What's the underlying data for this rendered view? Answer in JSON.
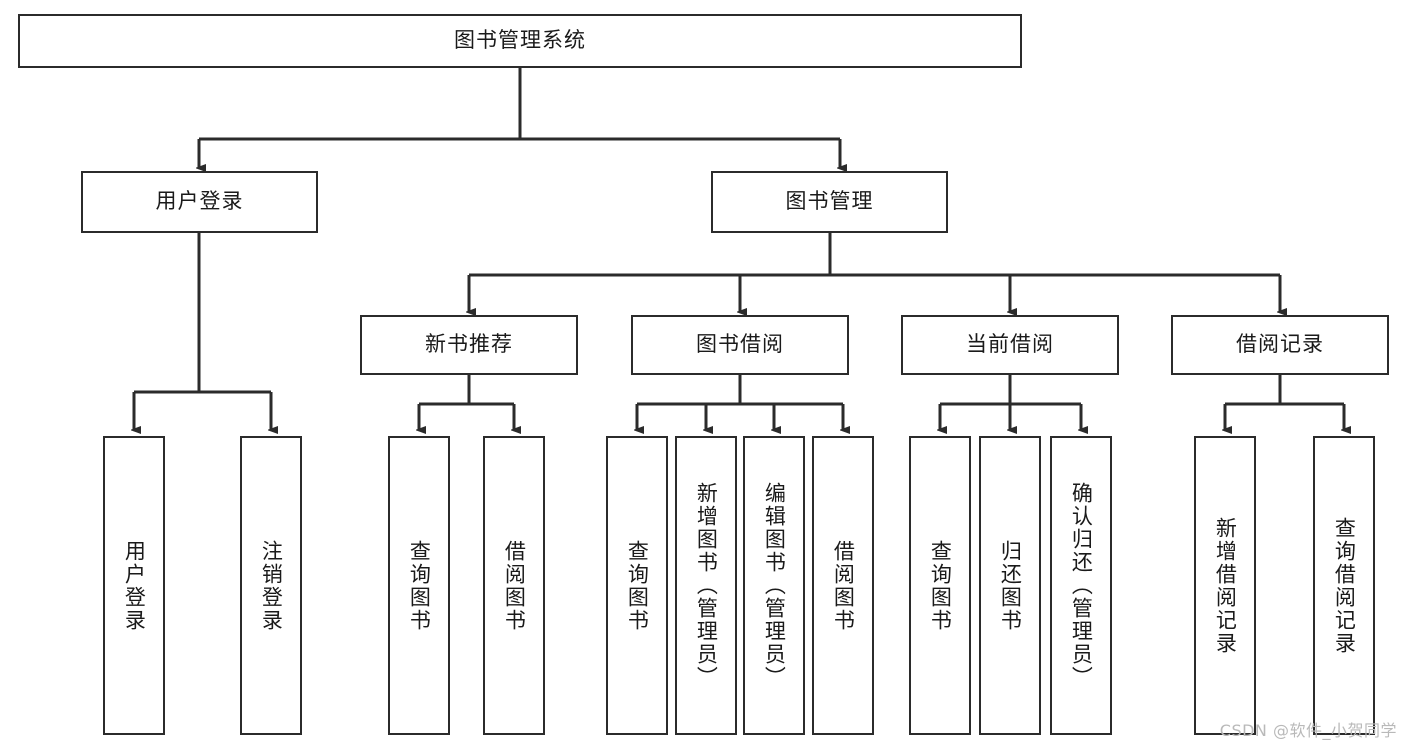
{
  "diagram": {
    "title": "图书管理系统",
    "type": "hierarchy-tree",
    "levels": 4,
    "edge_color": "#2b2b2b",
    "box_border_color": "#2b2b2b",
    "box_fill_color": "#ffffff",
    "text_color": "#1a1a1a",
    "watermark_color": "#b9b9b9"
  },
  "watermark": {
    "text": "CSDN @软件_小贺同学"
  },
  "nodes": {
    "root": {
      "label": "图书管理系统",
      "orientation": "horizontal"
    },
    "level2": [
      {
        "id": "user-login",
        "label": "用户登录",
        "orientation": "horizontal"
      },
      {
        "id": "book-manage",
        "label": "图书管理",
        "orientation": "horizontal"
      }
    ],
    "level3": [
      {
        "id": "new-book-recommend",
        "label": "新书推荐",
        "orientation": "horizontal",
        "parent": "book-manage"
      },
      {
        "id": "book-borrow",
        "label": "图书借阅",
        "orientation": "horizontal",
        "parent": "book-manage"
      },
      {
        "id": "current-borrow",
        "label": "当前借阅",
        "orientation": "horizontal",
        "parent": "book-manage"
      },
      {
        "id": "borrow-record",
        "label": "借阅记录",
        "orientation": "horizontal",
        "parent": "book-manage"
      }
    ],
    "leaves": [
      {
        "id": "leaf-user-login",
        "label": "用户登录",
        "orientation": "vertical",
        "parent": "user-login"
      },
      {
        "id": "leaf-logout-login",
        "label": "注销登录",
        "orientation": "vertical",
        "parent": "user-login"
      },
      {
        "id": "leaf-query-book-1",
        "label": "查询图书",
        "orientation": "vertical",
        "parent": "new-book-recommend"
      },
      {
        "id": "leaf-borrow-book-1",
        "label": "借阅图书",
        "orientation": "vertical",
        "parent": "new-book-recommend"
      },
      {
        "id": "leaf-query-book-2",
        "label": "查询图书",
        "orientation": "vertical",
        "parent": "book-borrow"
      },
      {
        "id": "leaf-add-book",
        "label": "新增图书（管理员）",
        "orientation": "vertical",
        "parent": "book-borrow"
      },
      {
        "id": "leaf-edit-book",
        "label": "编辑图书（管理员）",
        "orientation": "vertical",
        "parent": "book-borrow"
      },
      {
        "id": "leaf-borrow-book-2",
        "label": "借阅图书",
        "orientation": "vertical",
        "parent": "book-borrow"
      },
      {
        "id": "leaf-query-book-3",
        "label": "查询图书",
        "orientation": "vertical",
        "parent": "current-borrow"
      },
      {
        "id": "leaf-return-book",
        "label": "归还图书",
        "orientation": "vertical",
        "parent": "current-borrow"
      },
      {
        "id": "leaf-confirm-return",
        "label": "确认归还（管理员）",
        "orientation": "vertical",
        "parent": "current-borrow"
      },
      {
        "id": "leaf-add-record",
        "label": "新增借阅记录",
        "orientation": "vertical",
        "parent": "borrow-record"
      },
      {
        "id": "leaf-query-record",
        "label": "查询借阅记录",
        "orientation": "vertical",
        "parent": "borrow-record"
      }
    ]
  }
}
